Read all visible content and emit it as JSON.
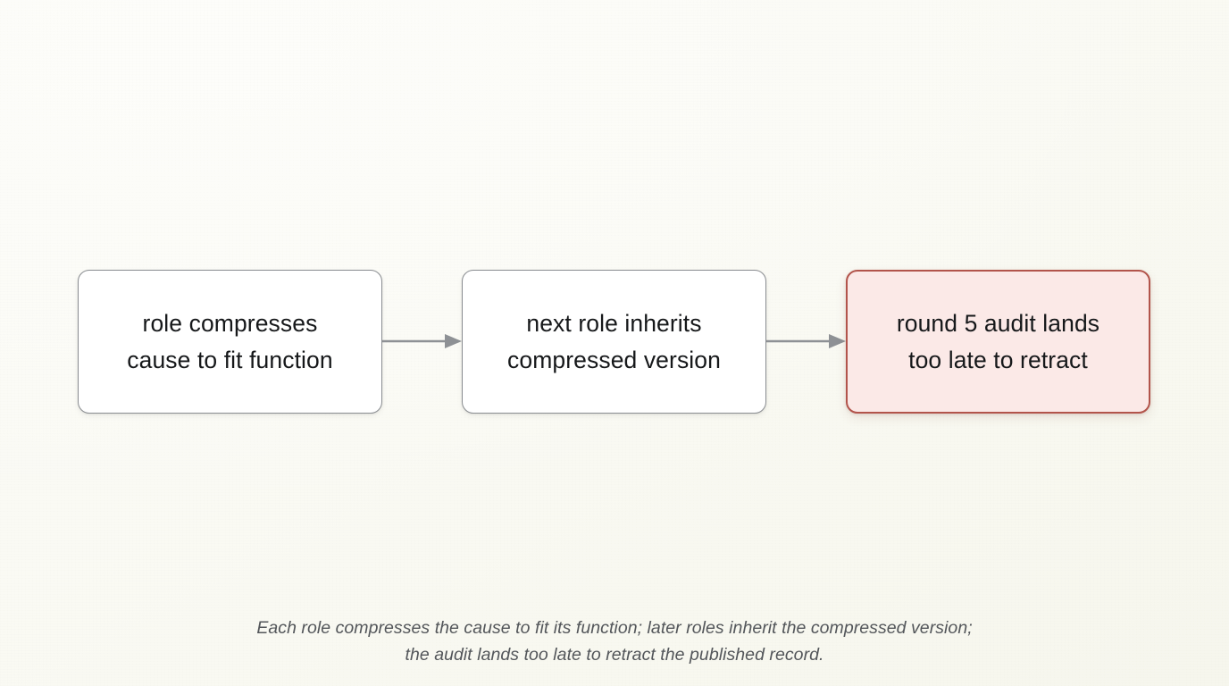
{
  "diagram": {
    "type": "linear-flow",
    "direction": "left-to-right",
    "background_color": "#faf9f3",
    "nodes": [
      {
        "id": "node-1",
        "label": "role compresses\ncause to fit function",
        "style": "plain",
        "fill_color": "#ffffff",
        "border_color": "#8a8d91"
      },
      {
        "id": "node-2",
        "label": "next role inherits\ncompressed version",
        "style": "plain",
        "fill_color": "#ffffff",
        "border_color": "#8a8d91"
      },
      {
        "id": "node-3",
        "label": "round 5 audit lands\ntoo late to retract",
        "style": "alert",
        "fill_color": "#fbe9e7",
        "border_color": "#b2544b"
      }
    ],
    "connectors": [
      {
        "id": "connector-1",
        "from": "node-1",
        "to": "node-2",
        "arrow": "single",
        "color": "#8e9195"
      },
      {
        "id": "connector-2",
        "from": "node-2",
        "to": "node-3",
        "arrow": "single",
        "color": "#8e9195"
      }
    ],
    "caption": "Each role compresses the cause to fit its function; later roles inherit the compressed version;\nthe audit lands too late to retract the published record.",
    "caption_color": "#53565a"
  }
}
